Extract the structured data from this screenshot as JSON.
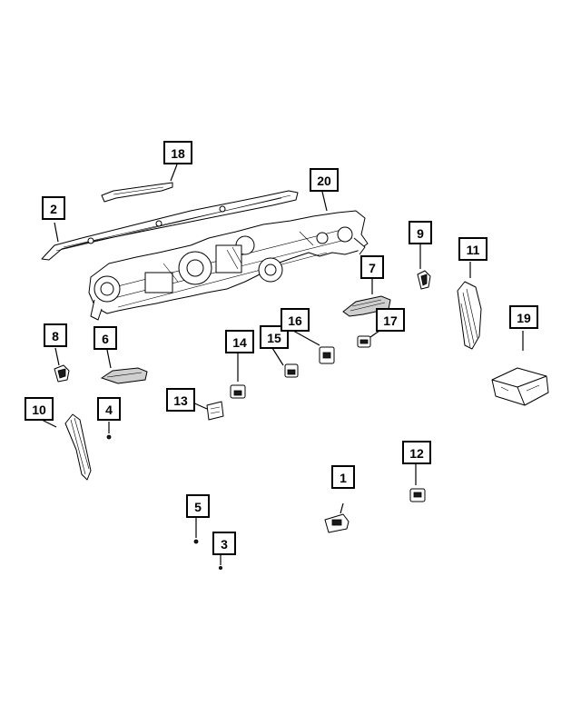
{
  "colors": {
    "line": "#000000",
    "background": "#ffffff",
    "shade": "#cfcfcf"
  },
  "callouts": [
    {
      "id": "callout-1",
      "label": "1"
    },
    {
      "id": "callout-2",
      "label": "2"
    },
    {
      "id": "callout-3",
      "label": "3"
    },
    {
      "id": "callout-4",
      "label": "4"
    },
    {
      "id": "callout-5",
      "label": "5"
    },
    {
      "id": "callout-6",
      "label": "6"
    },
    {
      "id": "callout-7",
      "label": "7"
    },
    {
      "id": "callout-8",
      "label": "8"
    },
    {
      "id": "callout-9",
      "label": "9"
    },
    {
      "id": "callout-10",
      "label": "10"
    },
    {
      "id": "callout-11",
      "label": "11"
    },
    {
      "id": "callout-12",
      "label": "12"
    },
    {
      "id": "callout-13",
      "label": "13"
    },
    {
      "id": "callout-14",
      "label": "14"
    },
    {
      "id": "callout-15",
      "label": "15"
    },
    {
      "id": "callout-16",
      "label": "16"
    },
    {
      "id": "callout-17",
      "label": "17"
    },
    {
      "id": "callout-18",
      "label": "18"
    },
    {
      "id": "callout-19",
      "label": "19"
    },
    {
      "id": "callout-20",
      "label": "20"
    }
  ]
}
